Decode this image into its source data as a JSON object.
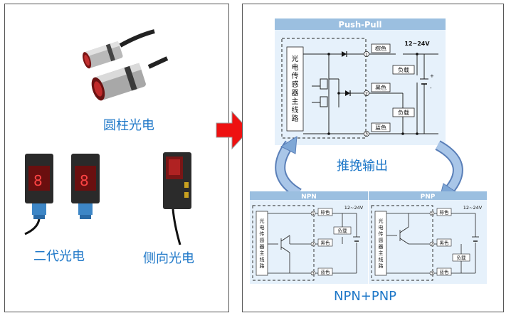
{
  "left": {
    "caption_round": "圆柱光电",
    "caption_gen2": "二代光电",
    "caption_side": "侧向光电"
  },
  "right": {
    "top_title": "Push-Pull",
    "push_caption": "推挽输出",
    "npn_title": "NPN",
    "pnp_title": "PNP",
    "bottom_caption": "NPN+PNP",
    "sensor_circuit_label": [
      "光",
      "电",
      "传",
      "感",
      "器",
      "主",
      "线",
      "路"
    ],
    "voltage": "12~24V",
    "wire_brown": "棕色",
    "wire_black": "黑色",
    "wire_blue": "蓝色",
    "load": "负载",
    "pin1": "1",
    "pin2": "2",
    "pin3": "3",
    "plus": "+",
    "minus": "-"
  },
  "colors": {
    "caption_blue": "#1f78c8",
    "title_bar": "#9bbfe0",
    "diagram_bg": "#e6f1fb",
    "arrow_red": "#ee1111",
    "cycle_arrow": "#7ea7d6"
  }
}
